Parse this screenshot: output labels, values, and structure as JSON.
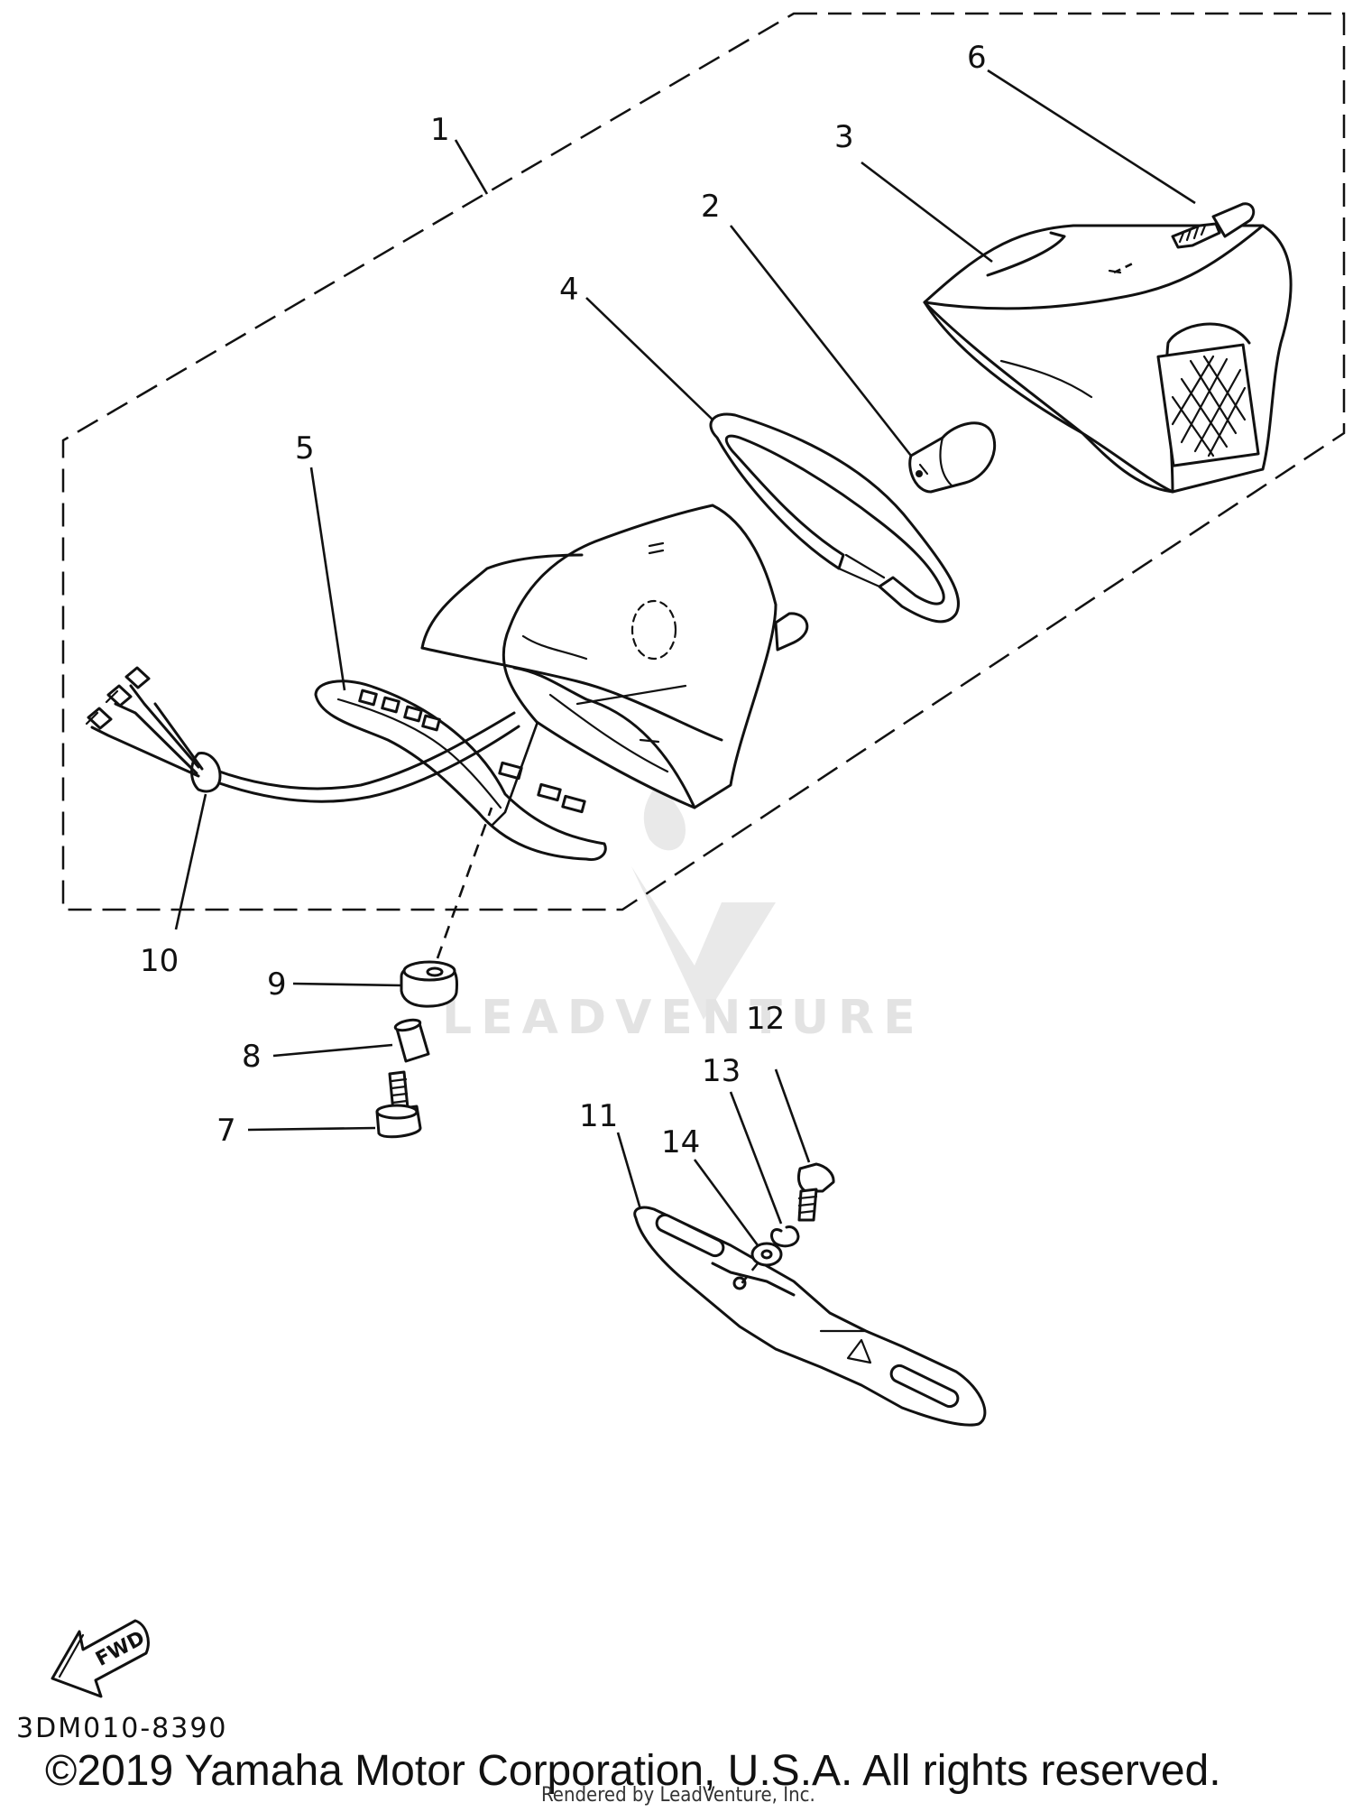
{
  "callouts": [
    {
      "id": "1",
      "label": "1"
    },
    {
      "id": "2",
      "label": "2"
    },
    {
      "id": "3",
      "label": "3"
    },
    {
      "id": "4",
      "label": "4"
    },
    {
      "id": "5",
      "label": "5"
    },
    {
      "id": "6",
      "label": "6"
    },
    {
      "id": "7",
      "label": "7"
    },
    {
      "id": "8",
      "label": "8"
    },
    {
      "id": "9",
      "label": "9"
    },
    {
      "id": "10",
      "label": "10"
    },
    {
      "id": "11",
      "label": "11"
    },
    {
      "id": "12",
      "label": "12"
    },
    {
      "id": "13",
      "label": "13"
    },
    {
      "id": "14",
      "label": "14"
    }
  ],
  "fwd_label": "FWD",
  "watermark": "LEADVENTURE",
  "diagram_code": "3DM010-8390",
  "copyright": "©2019 Yamaha Motor Corporation, U.S.A. All rights reserved.",
  "rendered_by": "Rendered by LeadVenture, Inc."
}
